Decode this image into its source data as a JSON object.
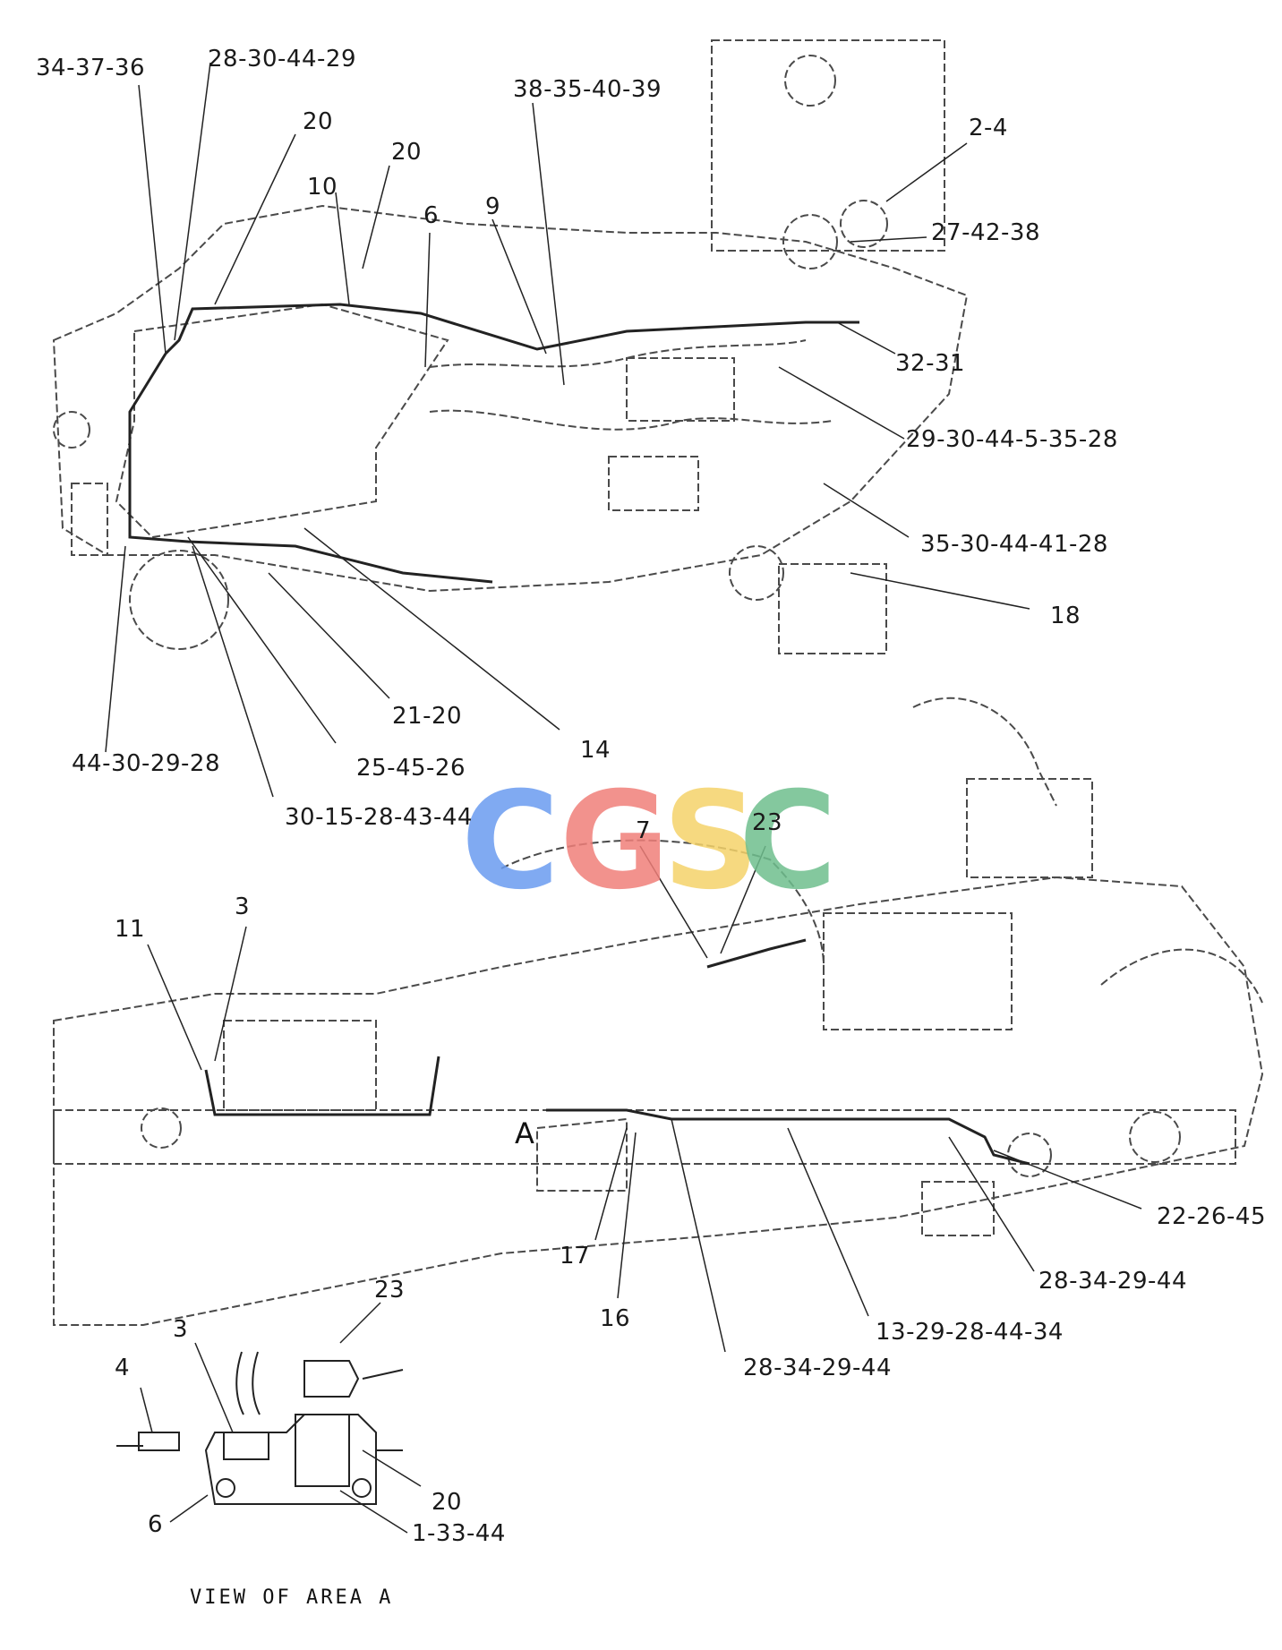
{
  "top_callouts": [
    {
      "id": "c-34-37-36",
      "text": "34-37-36"
    },
    {
      "id": "c-28-30-44-29",
      "text": "28-30-44-29"
    },
    {
      "id": "c-38-35-40-39",
      "text": "38-35-40-39"
    },
    {
      "id": "c-20a",
      "text": "20"
    },
    {
      "id": "c-20b",
      "text": "20"
    },
    {
      "id": "c-10",
      "text": "10"
    },
    {
      "id": "c-6",
      "text": "6"
    },
    {
      "id": "c-9",
      "text": "9"
    },
    {
      "id": "c-2-4",
      "text": "2-4"
    },
    {
      "id": "c-27-42-38",
      "text": "27-42-38"
    },
    {
      "id": "c-32-31",
      "text": "32-31"
    },
    {
      "id": "c-29-30-44-5-35-28",
      "text": "29-30-44-5-35-28"
    },
    {
      "id": "c-35-30-44-41-28",
      "text": "35-30-44-41-28"
    },
    {
      "id": "c-18",
      "text": "18"
    },
    {
      "id": "c-21-20",
      "text": "21-20"
    },
    {
      "id": "c-14",
      "text": "14"
    },
    {
      "id": "c-44-30-29-28",
      "text": "44-30-29-28"
    },
    {
      "id": "c-25-45-26",
      "text": "25-45-26"
    },
    {
      "id": "c-30-15-28-43-44",
      "text": "30-15-28-43-44"
    }
  ],
  "bottom_callouts": [
    {
      "id": "c-7",
      "text": "7"
    },
    {
      "id": "c-23a",
      "text": "23"
    },
    {
      "id": "c-3a",
      "text": "3"
    },
    {
      "id": "c-11",
      "text": "11"
    },
    {
      "id": "c-22-26-45",
      "text": "22-26-45"
    },
    {
      "id": "c-28-34-29-44a",
      "text": "28-34-29-44"
    },
    {
      "id": "c-17",
      "text": "17"
    },
    {
      "id": "c-16",
      "text": "16"
    },
    {
      "id": "c-13-29-28-44-34",
      "text": "13-29-28-44-34"
    },
    {
      "id": "c-28-34-29-44b",
      "text": "28-34-29-44"
    }
  ],
  "detail_callouts": [
    {
      "id": "c-23b",
      "text": "23"
    },
    {
      "id": "c-3b",
      "text": "3"
    },
    {
      "id": "c-4",
      "text": "4"
    },
    {
      "id": "c-20c",
      "text": "20"
    },
    {
      "id": "c-6b",
      "text": "6"
    },
    {
      "id": "c-1-33-44",
      "text": "1-33-44"
    }
  ],
  "area_label": "A",
  "view_caption": "VIEW OF AREA A",
  "watermark": {
    "letters": [
      "C",
      "G",
      "S",
      "C"
    ],
    "colors": [
      "#6a9cf0",
      "#f07f7a",
      "#f5d36a",
      "#6fbf8e"
    ]
  },
  "colors": {
    "line": "#222222",
    "art": "#4a4a4a"
  }
}
